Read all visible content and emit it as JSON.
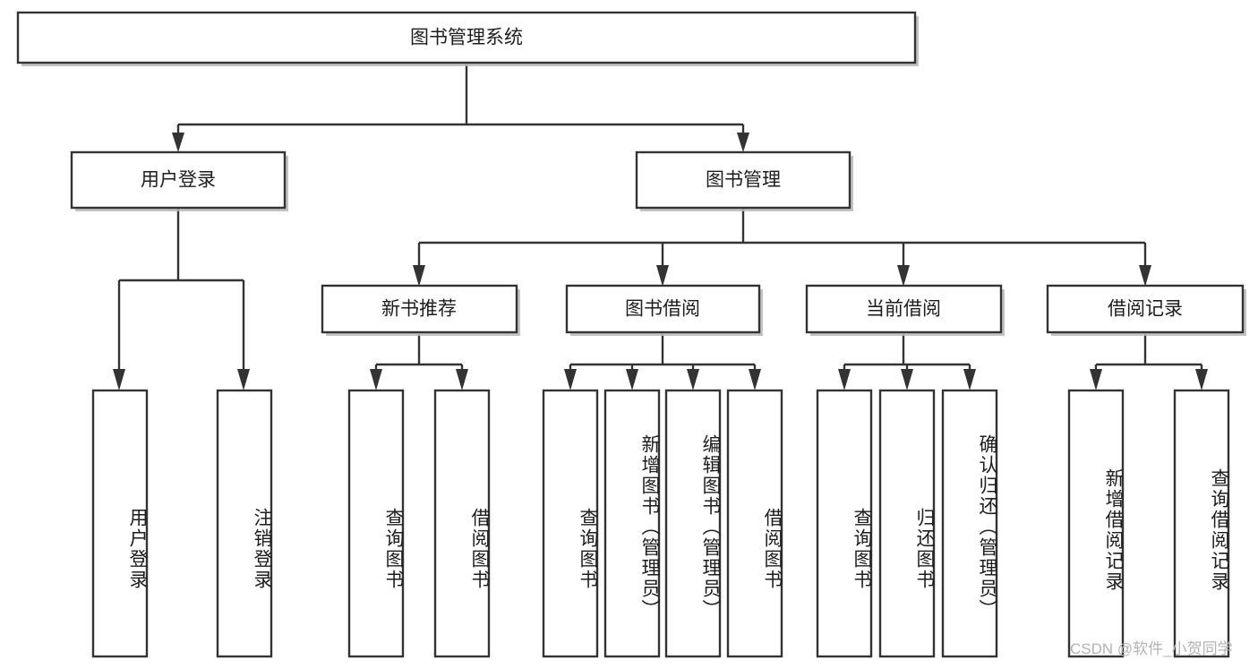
{
  "diagram": {
    "title": "图书管理系统",
    "type": "tree",
    "orientation": "top-down",
    "colors": {
      "box_fill": "#ffffff",
      "box_stroke": "#333333",
      "text": "#1d1d1d",
      "connector": "#333333",
      "shadow": "#b9b9b9",
      "watermark": "#b3b3b3",
      "background": "#ffffff"
    },
    "root": {
      "id": "root",
      "label": "图书管理系统",
      "orientation": "horizontal"
    },
    "level2": [
      {
        "id": "user-login",
        "label": "用户登录",
        "orientation": "horizontal"
      },
      {
        "id": "book-management",
        "label": "图书管理",
        "orientation": "horizontal"
      }
    ],
    "level3": [
      {
        "id": "new-book-recommend",
        "label": "新书推荐",
        "orientation": "horizontal",
        "parent": "book-management"
      },
      {
        "id": "book-borrow",
        "label": "图书借阅",
        "orientation": "horizontal",
        "parent": "book-management"
      },
      {
        "id": "current-borrow",
        "label": "当前借阅",
        "orientation": "horizontal",
        "parent": "book-management"
      },
      {
        "id": "borrow-record",
        "label": "借阅记录",
        "orientation": "horizontal",
        "parent": "book-management"
      }
    ],
    "leaves": [
      {
        "id": "leaf-user-login",
        "label": "用户登录",
        "parent": "user-login",
        "orientation": "vertical"
      },
      {
        "id": "leaf-user-logout",
        "label": "注销登录",
        "parent": "user-login",
        "orientation": "vertical"
      },
      {
        "id": "leaf-query-book-1",
        "label": "查询图书",
        "parent": "new-book-recommend",
        "orientation": "vertical"
      },
      {
        "id": "leaf-borrow-book-1",
        "label": "借阅图书",
        "parent": "new-book-recommend",
        "orientation": "vertical"
      },
      {
        "id": "leaf-query-book-2",
        "label": "查询图书",
        "parent": "book-borrow",
        "orientation": "vertical"
      },
      {
        "id": "leaf-add-book",
        "label": "新增图书（管理员）",
        "parent": "book-borrow",
        "orientation": "vertical"
      },
      {
        "id": "leaf-edit-book",
        "label": "编辑图书（管理员）",
        "parent": "book-borrow",
        "orientation": "vertical"
      },
      {
        "id": "leaf-borrow-book-2",
        "label": "借阅图书",
        "parent": "book-borrow",
        "orientation": "vertical"
      },
      {
        "id": "leaf-query-book-3",
        "label": "查询图书",
        "parent": "current-borrow",
        "orientation": "vertical"
      },
      {
        "id": "leaf-return-book",
        "label": "归还图书",
        "parent": "current-borrow",
        "orientation": "vertical"
      },
      {
        "id": "leaf-confirm-return",
        "label": "确认归还（管理员）",
        "parent": "current-borrow",
        "orientation": "vertical"
      },
      {
        "id": "leaf-add-record",
        "label": "新增借阅记录",
        "parent": "borrow-record",
        "orientation": "vertical"
      },
      {
        "id": "leaf-query-record",
        "label": "查询借阅记录",
        "parent": "borrow-record",
        "orientation": "vertical"
      }
    ]
  },
  "watermark": {
    "text": "CSDN @软件_小贺同学"
  }
}
